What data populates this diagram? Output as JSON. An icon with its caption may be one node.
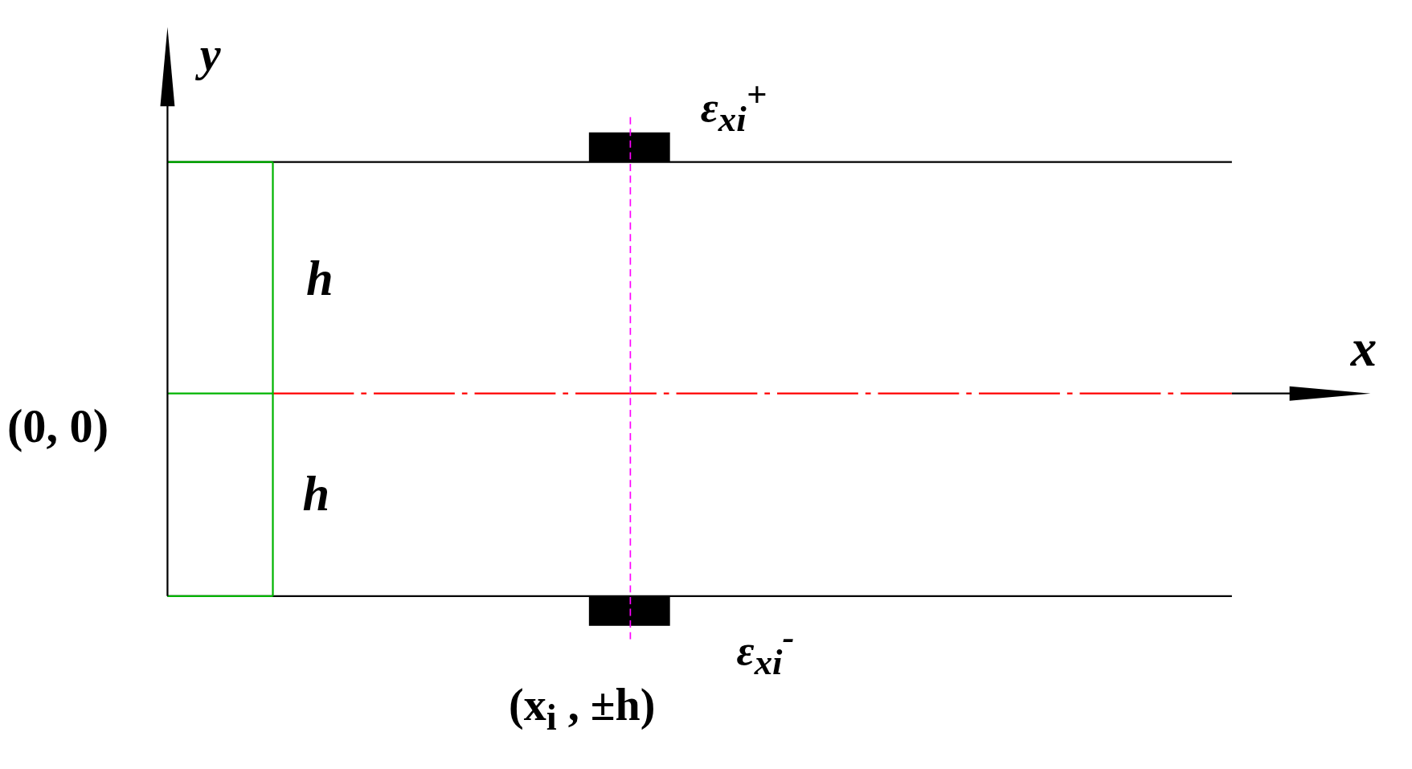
{
  "diagram": {
    "nodes": [
      {
        "text": [],
        "shape": "bar"
      },
      {
        "text": [],
        "shape": "bar"
      }
    ],
    "labels": [
      "y",
      "ε$_{xi}$$^{+}$",
      "h",
      "x",
      "(0, 0)",
      "h",
      "ε$_{xi}$$^{-}$",
      "(x$_{i}$ , ±h)"
    ]
  }
}
